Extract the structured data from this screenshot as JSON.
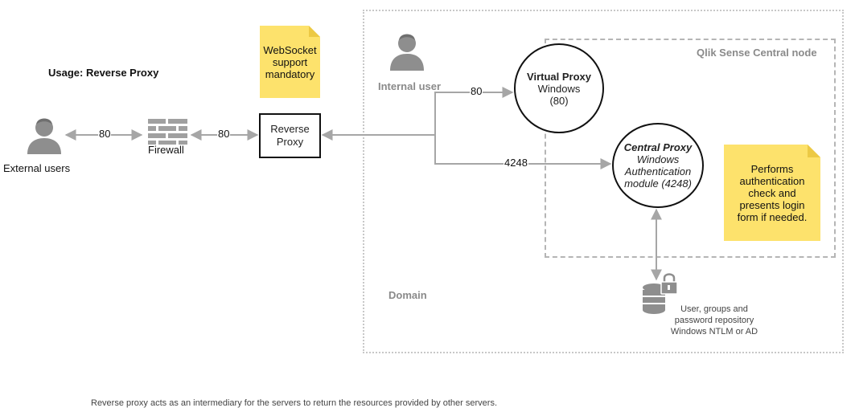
{
  "title": "Usage: Reverse Proxy",
  "zones": {
    "domain_label": "Domain",
    "central_node_label": "Qlik Sense Central node"
  },
  "actors": {
    "external_users": "External users",
    "internal_user": "Internal user"
  },
  "firewall": {
    "label": "Firewall"
  },
  "reverse_proxy": {
    "line1": "Reverse",
    "line2": "Proxy"
  },
  "virtual_proxy": {
    "title": "Virtual Proxy",
    "line2": "Windows",
    "line3": "(80)"
  },
  "central_proxy": {
    "title": "Central Proxy",
    "line2": "Windows",
    "line3": "Authentication",
    "line4": "module (4248)"
  },
  "ports": {
    "ext_to_firewall": "80",
    "firewall_to_rp": "80",
    "to_virtual_proxy": "80",
    "to_central_proxy": "4248"
  },
  "notes": {
    "websocket": [
      "WebSocket",
      "support",
      "mandatory"
    ],
    "authentication": [
      "Performs",
      "authentication",
      "check and",
      "presents login",
      "form if needed."
    ]
  },
  "repository": {
    "line1": "User, groups and",
    "line2": "password repository",
    "line3": "Windows NTLM or AD"
  },
  "caption": "Reverse proxy acts as an intermediary for the servers to return the resources provided by other servers.",
  "colors": {
    "note_fill": "#fde26c",
    "note_fold": "#ecc944",
    "arrow": "#a6a6a6",
    "icon_gray": "#8e8e8e",
    "zone_border": "#b5b5b5"
  }
}
